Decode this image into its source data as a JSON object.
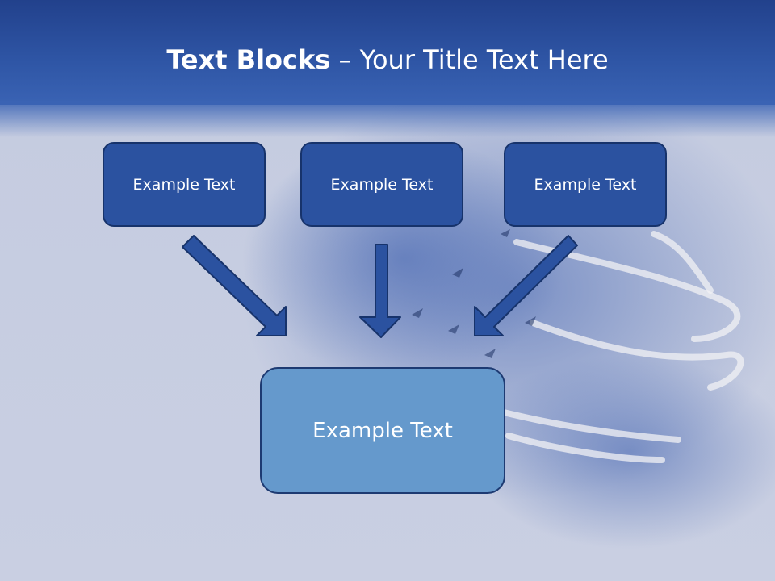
{
  "title": {
    "bold": "Text Blocks",
    "rest": " – Your Title Text Here"
  },
  "blocks": [
    {
      "label": "Example Text"
    },
    {
      "label": "Example Text"
    },
    {
      "label": "Example Text"
    }
  ],
  "target": {
    "label": "Example Text"
  },
  "colors": {
    "header": "#2f56a6",
    "block_fill": "#2b52a0",
    "target_fill": "#6599cc",
    "arrow_fill": "#2b52a0",
    "arrow_stroke": "#17336b"
  }
}
